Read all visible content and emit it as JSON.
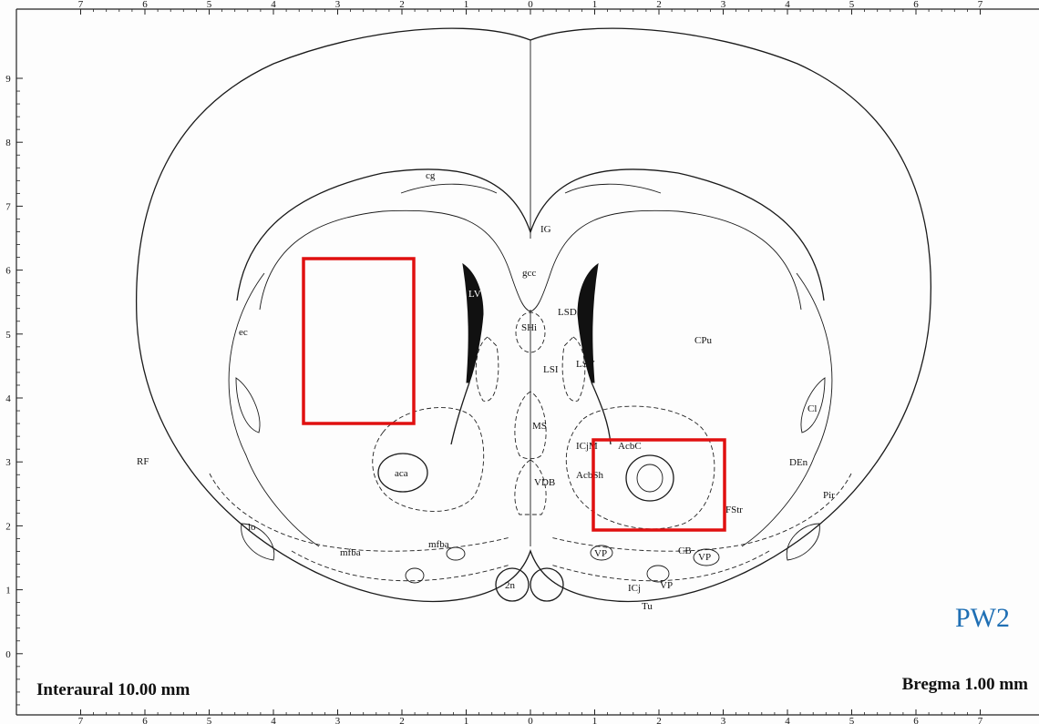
{
  "scale": {
    "top_ticks": [
      "7",
      "6",
      "5",
      "4",
      "3",
      "2",
      "1",
      "0",
      "1",
      "2",
      "3",
      "4",
      "5",
      "6",
      "7"
    ],
    "bottom_ticks": [
      "7",
      "6",
      "5",
      "4",
      "3",
      "2",
      "1",
      "0",
      "1",
      "2",
      "3",
      "4",
      "5",
      "6",
      "7"
    ],
    "left_ticks": [
      "9",
      "8",
      "7",
      "6",
      "5",
      "4",
      "3",
      "2",
      "1",
      "0"
    ]
  },
  "labels": {
    "cg": "cg",
    "IG": "IG",
    "gcc": "gcc",
    "LV": "LV",
    "LSD": "LSD",
    "SHi": "SHi",
    "CPu": "CPu",
    "ec": "ec",
    "LSV": "LSV",
    "LSI": "LSI",
    "MS": "MS",
    "Cl": "Cl",
    "RF": "RF",
    "ICjM": "ICjM",
    "AcbC": "AcbC",
    "AcbSh": "AcbSh",
    "aca": "aca",
    "VDB": "VDB",
    "DEn": "DEn",
    "Pir": "Pir",
    "FStr": "FStr",
    "lo": "lo",
    "mfba_l": "mfba",
    "mfba_r": "mfba",
    "VP1": "VP",
    "CB": "CB",
    "VP2": "VP",
    "n2": "2n",
    "ICj": "ICj",
    "VP3": "VP",
    "Tu": "Tu"
  },
  "footer": {
    "interaural": "Interaural 10.00 mm",
    "bregma": "Bregma 1.00 mm"
  },
  "overlay_label": "PW2",
  "highlight_color": "#e01010",
  "overlay_text_color": "#1f6fb4"
}
